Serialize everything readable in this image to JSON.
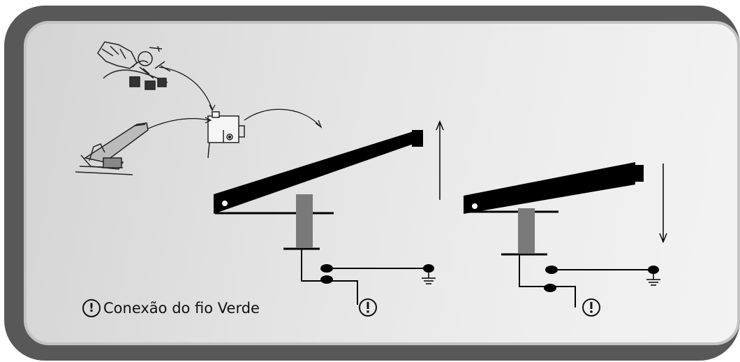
{
  "caption": {
    "icon": "exclamation-circle-icon",
    "text": "Conexão do fio Verde"
  },
  "colors": {
    "outer_frame": "#585858",
    "inner_border": "#c3c3c3",
    "lever": "#000000",
    "plunger": "#7a7a7a"
  },
  "states": [
    {
      "name": "lever-raised",
      "arrow": "up",
      "switch": "closed"
    },
    {
      "name": "lever-lowered",
      "arrow": "down",
      "switch": "open"
    }
  ]
}
